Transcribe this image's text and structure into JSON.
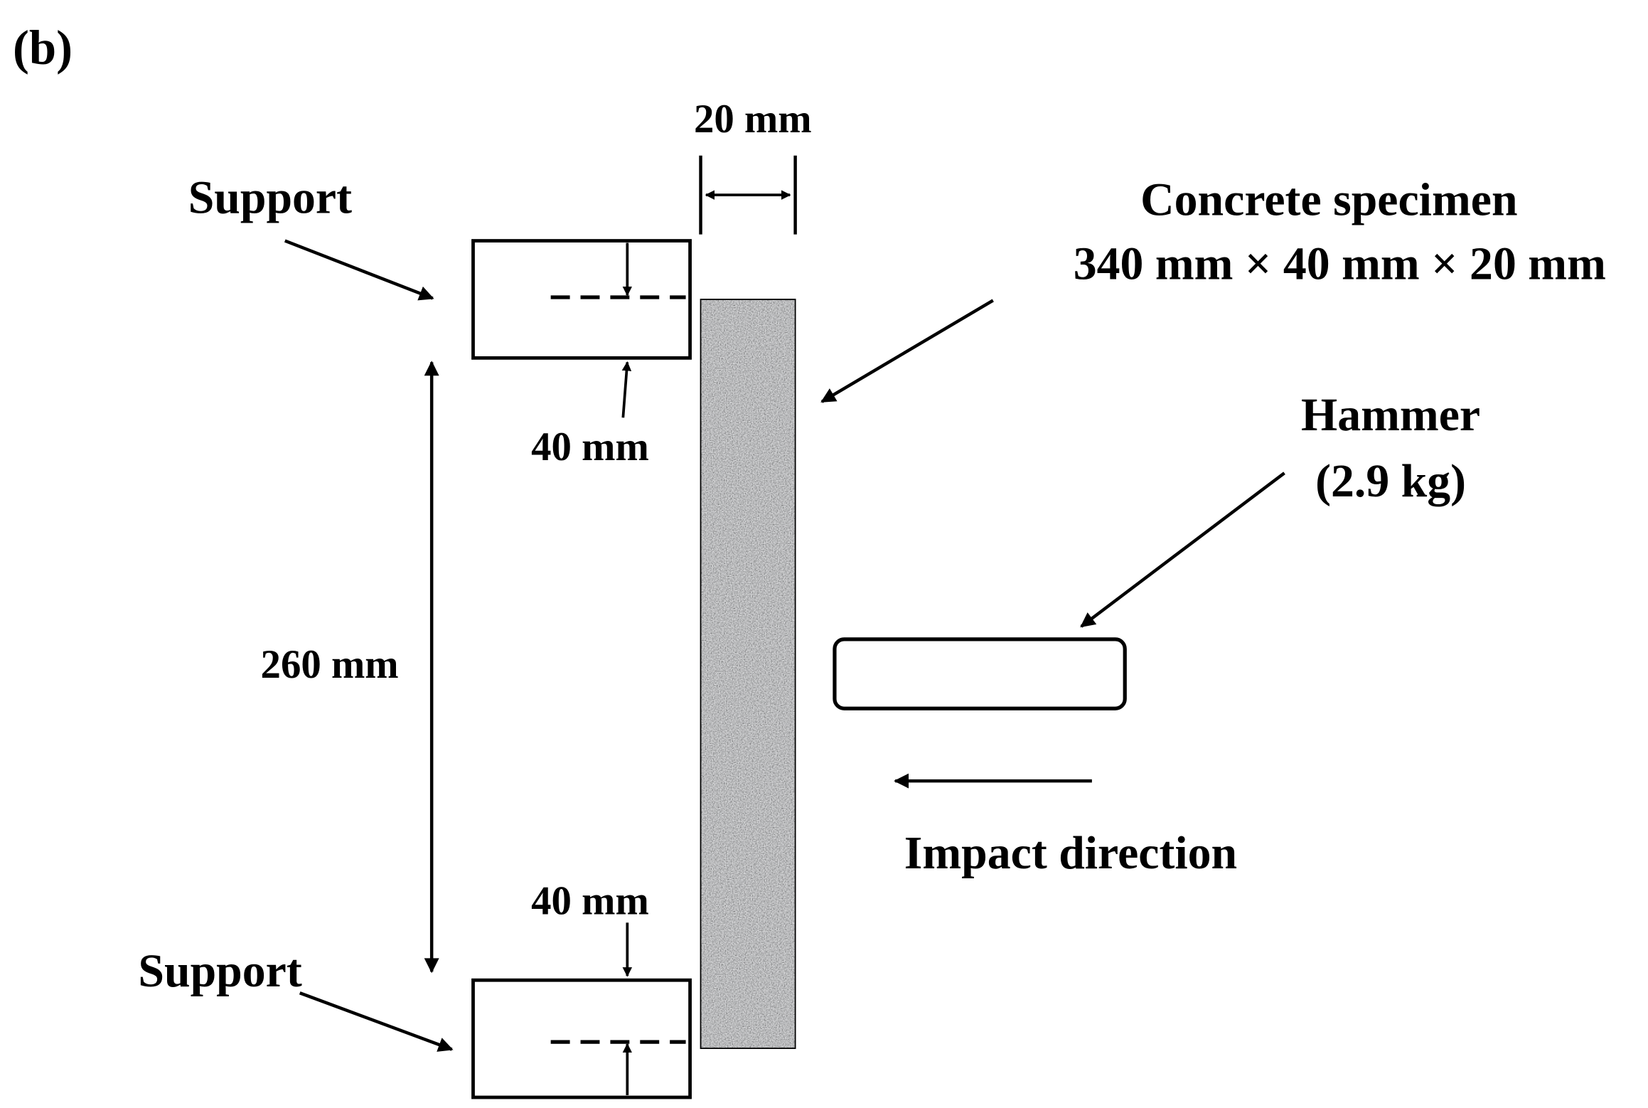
{
  "panel_label": "(b)",
  "labels": {
    "top_support": "Support",
    "bottom_support": "Support",
    "specimen_width": "20 mm",
    "specimen_title": "Concrete specimen",
    "specimen_dimensions": "340 mm × 40 mm × 20 mm",
    "top_support_offset": "40 mm",
    "bottom_support_offset": "40 mm",
    "span": "260 mm",
    "hammer_title": "Hammer",
    "hammer_mass": "(2.9 kg)",
    "impact_direction": "Impact direction"
  },
  "colors": {
    "line": "#000000",
    "specimen_fill": "#9a9da3",
    "background": "#ffffff"
  }
}
